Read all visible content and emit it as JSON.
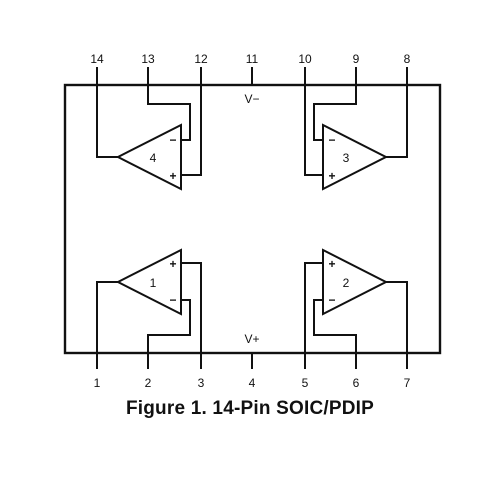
{
  "diagram": {
    "caption": "Figure 1. 14-Pin SOIC/PDIP",
    "rails": {
      "negative": "V−",
      "positive": "V+"
    },
    "top_pins": [
      "14",
      "13",
      "12",
      "11",
      "10",
      "9",
      "8"
    ],
    "bottom_pins": [
      "1",
      "2",
      "3",
      "4",
      "5",
      "6",
      "7"
    ],
    "amplifiers": [
      {
        "id": "4",
        "inputs": {
          "upper": "−",
          "lower": "+"
        }
      },
      {
        "id": "3",
        "inputs": {
          "upper": "−",
          "lower": "+"
        }
      },
      {
        "id": "1",
        "inputs": {
          "upper": "+",
          "lower": "−"
        }
      },
      {
        "id": "2",
        "inputs": {
          "upper": "+",
          "lower": "−"
        }
      }
    ],
    "colors": {
      "ink": "#111111",
      "background": "#ffffff"
    }
  }
}
